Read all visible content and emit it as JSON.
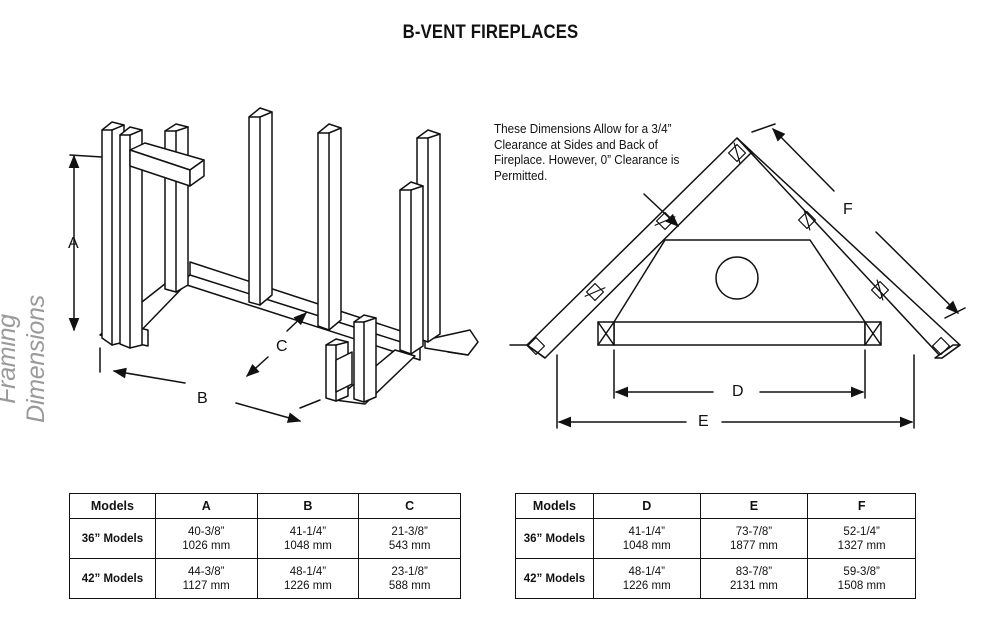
{
  "page": {
    "title": "B-VENT FIREPLACES",
    "side_label": "Framing Dimensions"
  },
  "left_diagram": {
    "labels": {
      "a": "A",
      "b": "B",
      "c": "C"
    }
  },
  "right_diagram": {
    "note": "These Dimensions Allow for a 3/4” Clearance at Sides and Back of Fireplace. However, 0” Clearance is Permitted.",
    "labels": {
      "d": "D",
      "e": "E",
      "f": "F"
    }
  },
  "table_abc": {
    "headers": [
      "Models",
      "A",
      "B",
      "C"
    ],
    "rows": [
      {
        "model": "36” Models",
        "cells": [
          {
            "in": "40-3/8”",
            "mm": "1026 mm"
          },
          {
            "in": "41-1/4”",
            "mm": "1048 mm"
          },
          {
            "in": "21-3/8”",
            "mm": "543 mm"
          }
        ]
      },
      {
        "model": "42” Models",
        "cells": [
          {
            "in": "44-3/8”",
            "mm": "1127 mm"
          },
          {
            "in": "48-1/4”",
            "mm": "1226 mm"
          },
          {
            "in": "23-1/8”",
            "mm": "588 mm"
          }
        ]
      }
    ]
  },
  "table_def": {
    "headers": [
      "Models",
      "D",
      "E",
      "F"
    ],
    "rows": [
      {
        "model": "36” Models",
        "cells": [
          {
            "in": "41-1/4”",
            "mm": "1048 mm"
          },
          {
            "in": "73-7/8”",
            "mm": "1877 mm"
          },
          {
            "in": "52-1/4”",
            "mm": "1327 mm"
          }
        ]
      },
      {
        "model": "42” Models",
        "cells": [
          {
            "in": "48-1/4”",
            "mm": "1226 mm"
          },
          {
            "in": "83-7/8”",
            "mm": "2131 mm"
          },
          {
            "in": "59-3/8”",
            "mm": "1508 mm"
          }
        ]
      }
    ]
  }
}
